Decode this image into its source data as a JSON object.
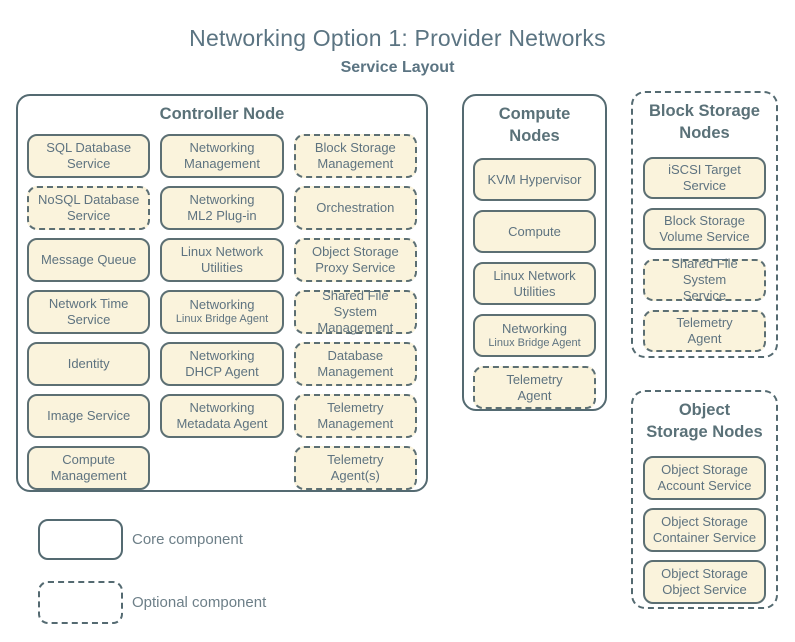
{
  "title": "Networking Option 1: Provider Networks",
  "subtitle": "Service Layout",
  "colors": {
    "background": "#ffffff",
    "box_fill": "#faf3dc",
    "line": "#546a71",
    "text": "#5e7380",
    "title_text": "#5b7482"
  },
  "legend": [
    {
      "style": "core",
      "label": "Core component"
    },
    {
      "style": "optional",
      "label": "Optional component"
    }
  ],
  "groups": [
    {
      "id": "controller",
      "style": "core",
      "title_lines": [
        "Controller Node"
      ],
      "cells": [
        {
          "lines": [
            "SQL Database",
            "Service"
          ],
          "style": "core"
        },
        {
          "lines": [
            "Networking",
            "Management"
          ],
          "style": "core"
        },
        {
          "lines": [
            "Block Storage",
            "Management"
          ],
          "style": "optional"
        },
        {
          "lines": [
            "NoSQL Database",
            "Service"
          ],
          "style": "optional"
        },
        {
          "lines": [
            "Networking",
            "ML2 Plug-in"
          ],
          "style": "core"
        },
        {
          "lines": [
            "Orchestration"
          ],
          "style": "optional"
        },
        {
          "lines": [
            "Message Queue"
          ],
          "style": "core"
        },
        {
          "lines": [
            "Linux Network",
            "Utilities"
          ],
          "style": "core"
        },
        {
          "lines": [
            "Object Storage",
            "Proxy Service"
          ],
          "style": "optional"
        },
        {
          "lines": [
            "Network Time",
            "Service"
          ],
          "style": "core"
        },
        {
          "lines": [
            "Networking"
          ],
          "sublines": [
            "Linux Bridge Agent"
          ],
          "style": "core"
        },
        {
          "lines": [
            "Shared File System",
            "Management"
          ],
          "style": "optional"
        },
        {
          "lines": [
            "Identity"
          ],
          "style": "core"
        },
        {
          "lines": [
            "Networking",
            "DHCP Agent"
          ],
          "style": "core"
        },
        {
          "lines": [
            "Database",
            "Management"
          ],
          "style": "optional"
        },
        {
          "lines": [
            "Image Service"
          ],
          "style": "core"
        },
        {
          "lines": [
            "Networking",
            "Metadata Agent"
          ],
          "style": "core"
        },
        {
          "lines": [
            "Telemetry",
            "Management"
          ],
          "style": "optional"
        },
        {
          "lines": [
            "Compute",
            "Management"
          ],
          "style": "core"
        },
        null,
        {
          "lines": [
            "Telemetry",
            "Agent(s)"
          ],
          "style": "optional"
        }
      ]
    },
    {
      "id": "compute",
      "style": "core",
      "title_lines": [
        "Compute",
        "Nodes"
      ],
      "cells": [
        {
          "lines": [
            "KVM Hypervisor"
          ],
          "style": "core"
        },
        {
          "lines": [
            "Compute"
          ],
          "style": "core"
        },
        {
          "lines": [
            "Linux Network",
            "Utilities"
          ],
          "style": "core"
        },
        {
          "lines": [
            "Networking"
          ],
          "sublines": [
            "Linux Bridge Agent"
          ],
          "style": "core"
        },
        {
          "lines": [
            "Telemetry",
            "Agent"
          ],
          "style": "optional"
        }
      ]
    },
    {
      "id": "block",
      "style": "optional",
      "title_lines": [
        "Block Storage",
        "Nodes"
      ],
      "cells": [
        {
          "lines": [
            "iSCSI Target",
            "Service"
          ],
          "style": "core"
        },
        {
          "lines": [
            "Block Storage",
            "Volume Service"
          ],
          "style": "core"
        },
        {
          "lines": [
            "Shared File System",
            "Service"
          ],
          "style": "optional"
        },
        {
          "lines": [
            "Telemetry",
            "Agent"
          ],
          "style": "optional"
        }
      ]
    },
    {
      "id": "object",
      "style": "optional",
      "title_lines": [
        "Object",
        "Storage Nodes"
      ],
      "cells": [
        {
          "lines": [
            "Object Storage",
            "Account Service"
          ],
          "style": "core"
        },
        {
          "lines": [
            "Object Storage",
            "Container Service"
          ],
          "style": "core"
        },
        {
          "lines": [
            "Object Storage",
            "Object Service"
          ],
          "style": "core"
        }
      ]
    }
  ]
}
